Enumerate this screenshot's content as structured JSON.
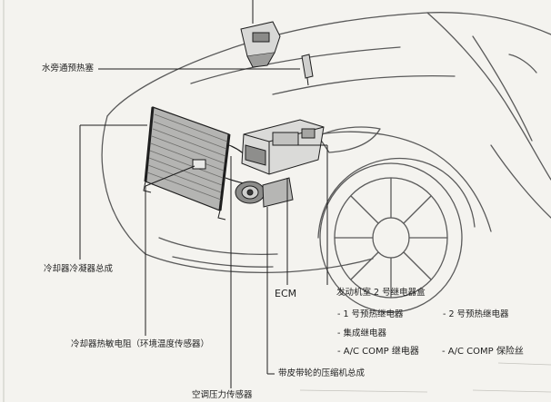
{
  "labels": {
    "water_shield_seal": "水旁通预热塞",
    "condenser_assembly": "冷却器冷凝器总成",
    "thermistor": "冷却器热敏电阻（环境温度传感器）",
    "pressure_sensor": "空调压力传感器",
    "compressor": "带皮带轮的压缩机总成",
    "ecm": "ECM",
    "relay_box_title": "发动机室 2 号继电器盒",
    "relay_1": "- 1 号预热继电器",
    "relay_2": "- 2 号预热继电器",
    "integration_relay": "- 集成继电器",
    "ac_comp_relay": "- A/C COMP 继电器",
    "ac_comp_fuse": "- A/C COMP 保险丝"
  },
  "colors": {
    "line": "#1e1e1e",
    "car_outline": "#5a5a5a",
    "component_fill": "#d8d8d6",
    "component_dark": "#7a7a78",
    "background": "#f4f3ef"
  }
}
